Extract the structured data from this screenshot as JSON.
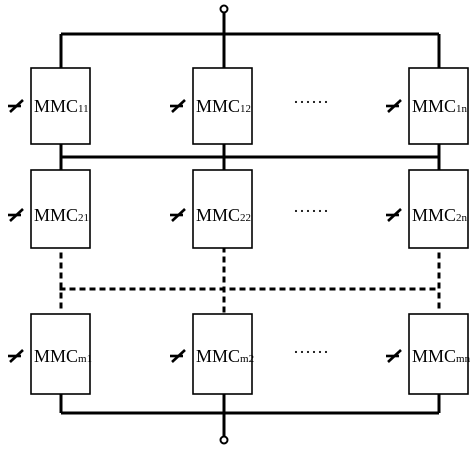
{
  "module_prefix": "MMC",
  "modules": [
    [
      "11",
      "12",
      "1n"
    ],
    [
      "21",
      "22",
      "2n"
    ],
    [
      "m1",
      "m2",
      "mn"
    ]
  ],
  "row_gap_symbol": "······"
}
